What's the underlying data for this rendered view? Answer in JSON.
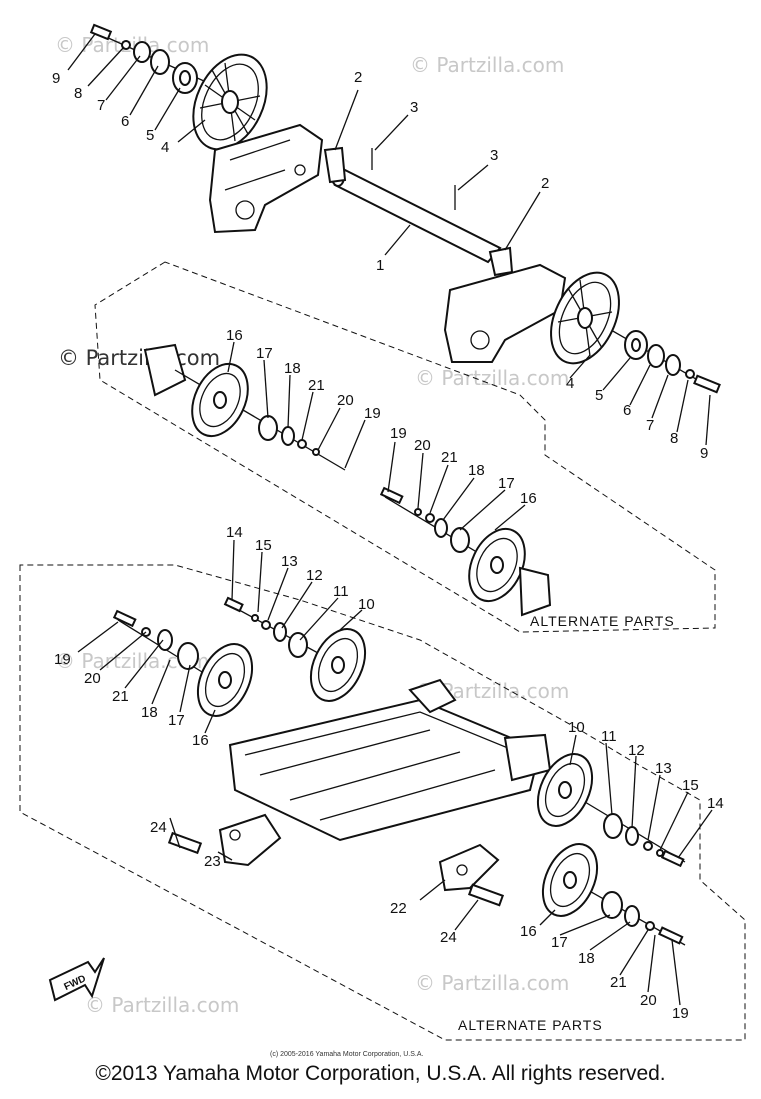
{
  "watermarks": [
    "© Partzilla.com",
    "© Partzilla.com",
    "© Partzilla.com",
    "© Partzilla.com",
    "© Partzilla.com",
    "© Partzilla.com",
    "© Partzilla.com",
    "© Partzilla.com"
  ],
  "labels": [
    "9",
    "8",
    "7",
    "6",
    "5",
    "4",
    "2",
    "3",
    "3",
    "2",
    "1",
    "16",
    "17",
    "18",
    "21",
    "20",
    "19",
    "4",
    "5",
    "6",
    "7",
    "8",
    "9",
    "19",
    "20",
    "21",
    "18",
    "17",
    "16",
    "14",
    "15",
    "13",
    "12",
    "11",
    "10",
    "19",
    "20",
    "21",
    "18",
    "17",
    "16",
    "10",
    "11",
    "12",
    "13",
    "15",
    "14",
    "24",
    "23",
    "22",
    "24",
    "16",
    "17",
    "18",
    "21",
    "20",
    "19"
  ],
  "alternate_parts": [
    "ALTERNATE PARTS",
    "ALTERNATE PARTS"
  ],
  "fwd_label": "FWD",
  "small_copyright": "(c) 2005-2016 Yamaha Motor Corporation, U.S.A.",
  "footer_copyright": "©2013 Yamaha Motor Corporation, U.S.A. All rights reserved."
}
